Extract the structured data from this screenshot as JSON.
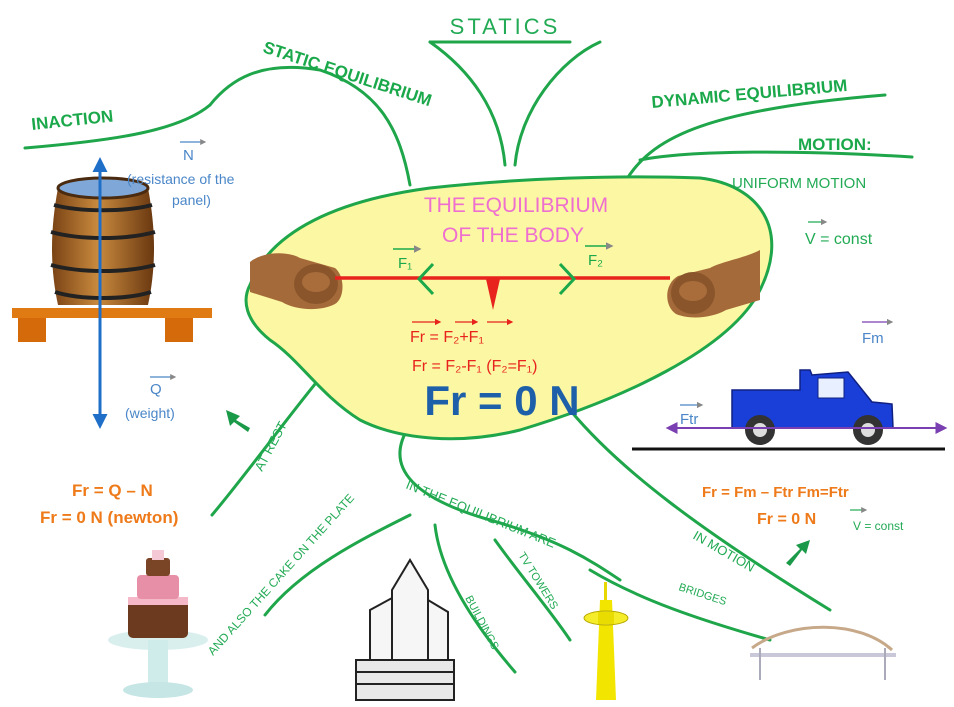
{
  "center": {
    "title_line1": "THE EQUILIBRIUM",
    "title_line2": "OF THE BODY",
    "f1_label": "F₁",
    "f2_label": "F₂",
    "eq1": "Fr = F₂+F₁",
    "eq2": "Fr = F₂-F₁   (F₂=F₁)",
    "result": "Fr = 0 N"
  },
  "branches": {
    "statics": "STATICS",
    "static_equilibrium": "STATIC EQUILIBRIUM",
    "inaction": "INACTION",
    "dynamic_equilibrium": "DYNAMIC EQUILIBRIUM",
    "motion": "MOTION:",
    "uniform_motion": "UNIFORM MOTION",
    "v_const": "V = const",
    "at_rest": "AT REST",
    "in_equilibrium_are": "IN THE EQUILIBRIUM ARE",
    "and_also": "AND ALSO THE CAKE ON THE PLATE",
    "buildings": "BUILDINGS",
    "tv_towers": "TV TOWERS",
    "bridges": "BRIDGES",
    "in_motion": "IN MOTION"
  },
  "barrel": {
    "n_label": "N",
    "n_desc1": "(resistance of the",
    "n_desc2": "panel)",
    "q_label": "Q",
    "q_desc": "(weight)",
    "eq1": "Fr = Q – N",
    "eq2": "Fr = 0 N (newton)"
  },
  "truck": {
    "fm_label": "Fm",
    "ftr_label": "Ftr",
    "eq1": "Fr = Fm – Ftr   Fm=Ftr",
    "eq2": "Fr = 0 N",
    "v_const": "V = const"
  },
  "colors": {
    "branch_green": "#1fa64a",
    "center_fill": "#fbf7a2",
    "title_pink": "#ee6fd0",
    "rope_red": "#e8231d",
    "result_blue": "#1d5fa8",
    "orange_text": "#ee7a1a",
    "truck_blue": "#1a3fd8"
  }
}
